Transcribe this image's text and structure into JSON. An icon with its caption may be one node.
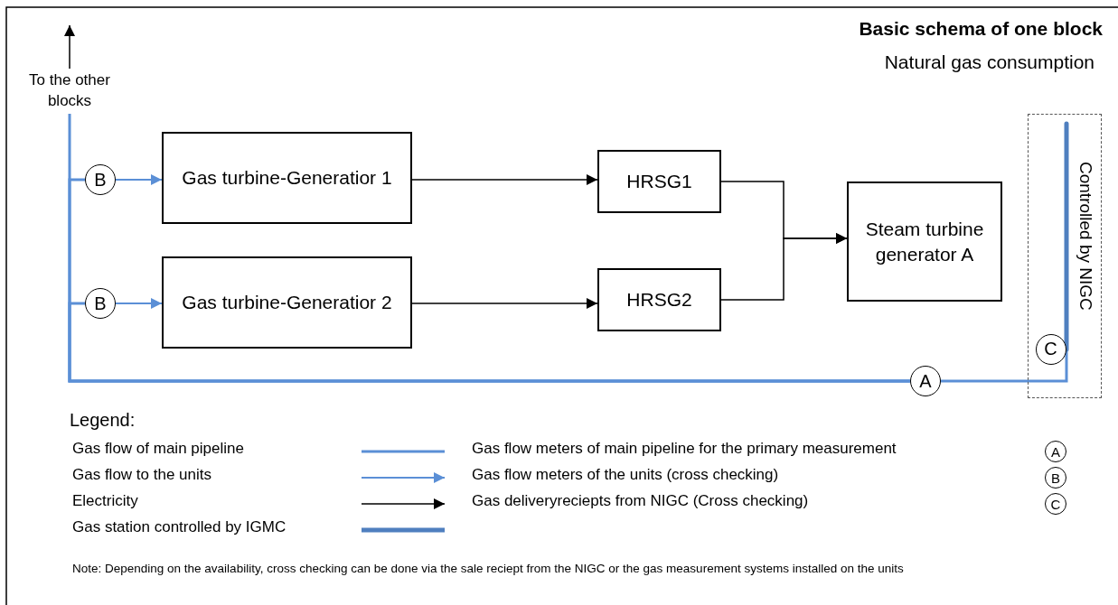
{
  "diagram": {
    "title": "Basic schema of one block",
    "nodes": [
      {
        "text": [
          "To the other blocks"
        ]
      },
      {
        "text": [
          "Gas turbine-Generatior 1"
        ]
      },
      {
        "text": [
          "Gas turbine-Generatior 2"
        ]
      },
      {
        "text": [
          "HRSG1"
        ]
      },
      {
        "text": [
          "HRSG2"
        ]
      },
      {
        "text": [
          "Steam turbine generator A"
        ]
      },
      {
        "text": [
          "Controlled by NIGC"
        ]
      },
      {
        "text": [
          "B"
        ]
      },
      {
        "text": [
          "B"
        ]
      },
      {
        "text": [
          "A"
        ]
      },
      {
        "text": [
          "C"
        ],
        "in": 6
      }
    ],
    "edges": [
      {
        "from": 0,
        "to": null,
        "arrow": "to",
        "color": "#000000"
      },
      {
        "from": 9,
        "to": 0,
        "arrow": "none"
      },
      {
        "from": 9,
        "to": 7,
        "arrow": "none"
      },
      {
        "from": 9,
        "to": 8,
        "arrow": "none"
      },
      {
        "from": 7,
        "to": 1,
        "arrow": "to"
      },
      {
        "from": 8,
        "to": 2,
        "arrow": "to"
      },
      {
        "from": 1,
        "to": 3,
        "arrow": "to",
        "color": "#000000"
      },
      {
        "from": 2,
        "to": 4,
        "arrow": "to",
        "color": "#000000"
      },
      {
        "from": 3,
        "to": 5,
        "arrow": "to",
        "color": "#000000"
      },
      {
        "from": 4,
        "to": 5,
        "arrow": "to",
        "color": "#000000"
      },
      {
        "from": 9,
        "to": 10,
        "arrow": "none"
      },
      {
        "from": 10,
        "to": null,
        "arrow": "none",
        "style": "thick",
        "color": "#4f7fbf"
      }
    ],
    "labels": [
      "Natural gas consumption",
      "Legend:",
      "A",
      "B",
      "C",
      "Note: Depending on the availability, cross checking can be done via the sale reciept from the NIGC or the gas measurement systems installed on the units"
    ],
    "legend": [
      {
        "text": "Gas flow of main pipeline"
      },
      {
        "text": "Gas flow to the units"
      },
      {
        "text": "Electricity"
      },
      {
        "text": "Gas station controlled by IGMC"
      },
      {
        "text": "Gas flow meters of main pipeline for the primary measurement"
      },
      {
        "text": "Gas flow meters of the units (cross checking)"
      },
      {
        "text": "Gas deliveryreciepts from NIGC (Cross checking)"
      }
    ]
  }
}
